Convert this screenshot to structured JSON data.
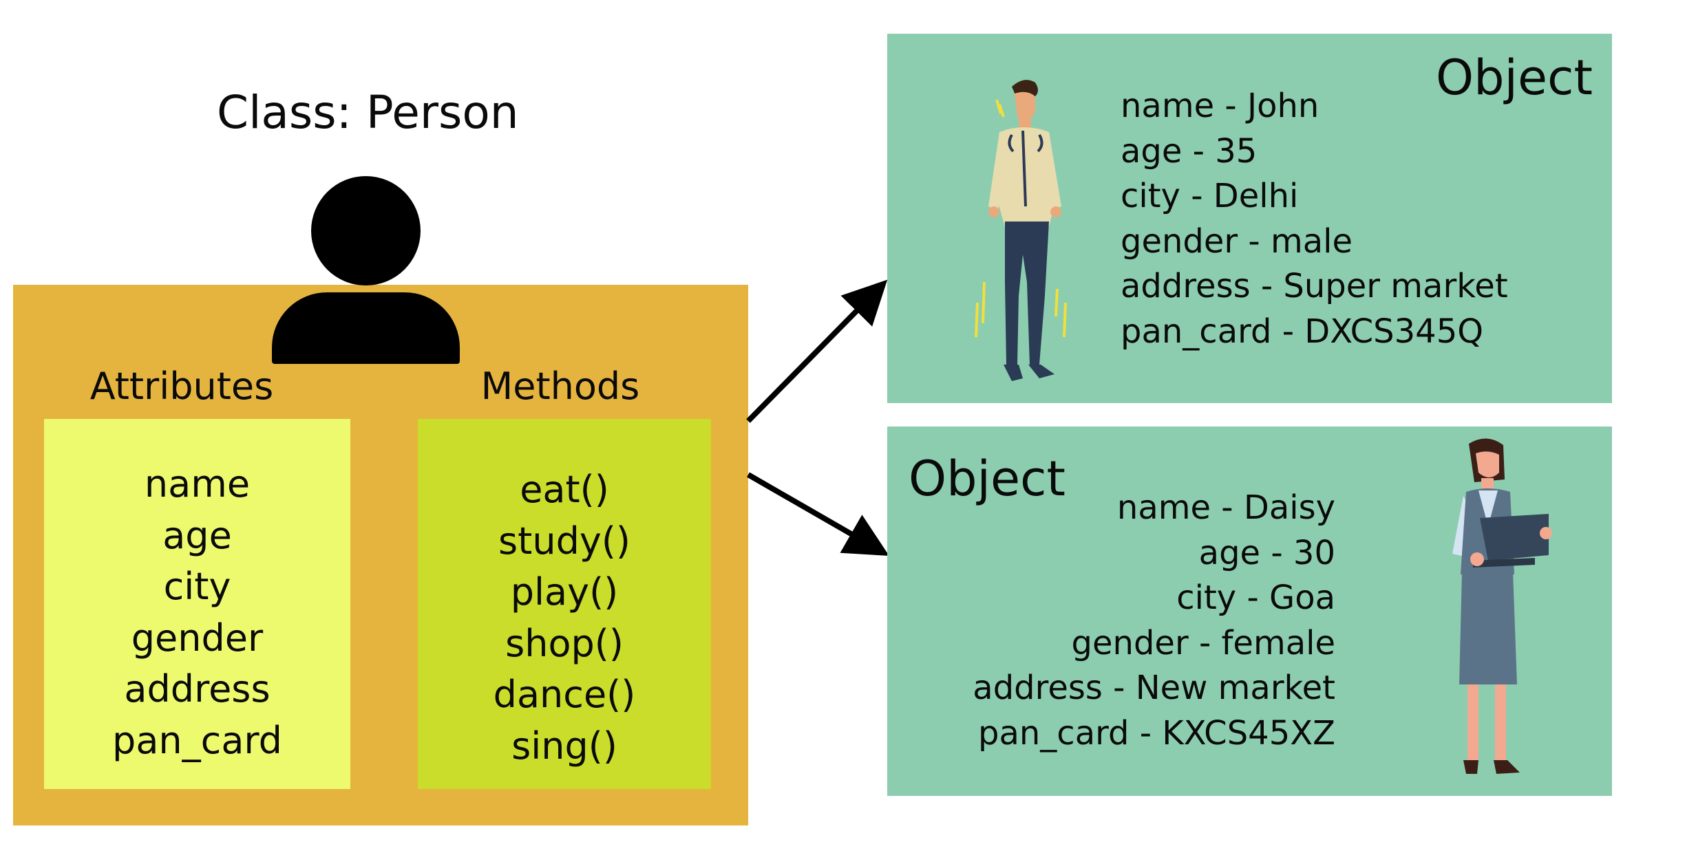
{
  "class": {
    "title": "Class: Person",
    "attributes_label": "Attributes",
    "methods_label": "Methods",
    "attributes": [
      "name",
      "age",
      "city",
      "gender",
      "address",
      "pan_card"
    ],
    "methods": [
      "eat()",
      "study()",
      "play()",
      "shop()",
      "dance()",
      "sing()"
    ]
  },
  "objects": [
    {
      "title": "Object",
      "props": [
        "name - John",
        "age - 35",
        "city - Delhi",
        "gender - male",
        "address - Super market",
        "pan_card - DXCS345Q"
      ]
    },
    {
      "title": "Object",
      "props": [
        "name - Daisy",
        "age - 30",
        "city - Goa",
        "gender - female",
        "address - New market",
        "pan_card - KXCS45XZ"
      ]
    }
  ],
  "colors": {
    "class_box": "#e5b43f",
    "attributes_panel": "#edfa6e",
    "methods_panel": "#c9dd2a",
    "object_box": "#8ccdb0",
    "arrow": "#000000"
  },
  "icons": [
    "person-silhouette-icon",
    "man-illustration",
    "woman-with-laptop-illustration"
  ]
}
